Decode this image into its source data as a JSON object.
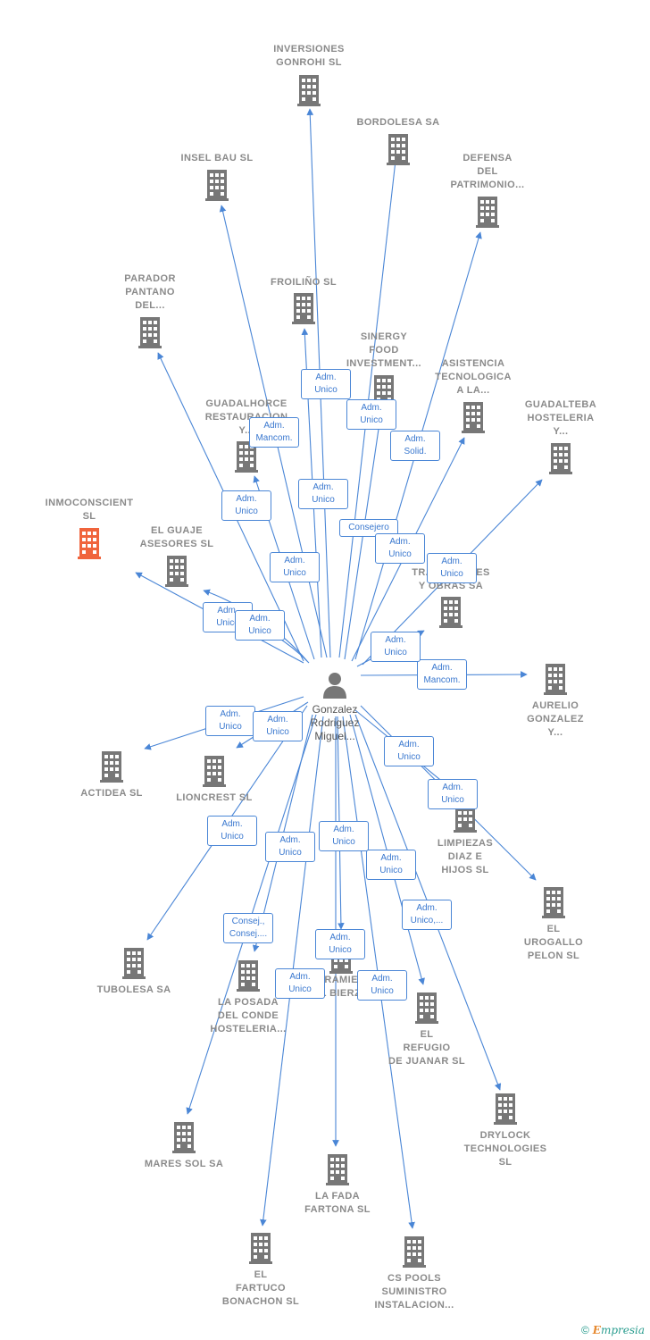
{
  "center": {
    "name": "Gonzalez\nRodriguez\nMiguel..."
  },
  "colors": {
    "edge": "#4a86d6",
    "building": "#777777",
    "highlight": "#f0643c"
  },
  "nodes": [
    {
      "id": "inversiones",
      "label": "INVERSIONES\nGONROHI SL",
      "highlight": false
    },
    {
      "id": "bordolesa",
      "label": "BORDOLESA SA",
      "highlight": false
    },
    {
      "id": "insel",
      "label": "INSEL BAU  SL",
      "highlight": false
    },
    {
      "id": "defensa",
      "label": "DEFENSA\nDEL\nPATRIMONIO...",
      "highlight": false
    },
    {
      "id": "parador",
      "label": "PARADOR\nPANTANO\nDEL...",
      "highlight": false
    },
    {
      "id": "froilino",
      "label": "FROILIÑO SL",
      "highlight": false
    },
    {
      "id": "sinergy",
      "label": "SINERGY\nFOOD\nINVESTMENT...",
      "highlight": false
    },
    {
      "id": "asistencia",
      "label": "ASISTENCIA\nTECNOLOGICA\nA LA...",
      "highlight": false
    },
    {
      "id": "guadalhorce",
      "label": "GUADALHORCE\nRESTAURACION\nY...",
      "highlight": false
    },
    {
      "id": "guadalteba",
      "label": "GUADALTEBA\nHOSTELERIA\nY...",
      "highlight": false
    },
    {
      "id": "inmoconscient",
      "label": "INMOCONSCIENT\nSL",
      "highlight": true
    },
    {
      "id": "guaje",
      "label": "EL GUAJE\nASESORES  SL",
      "highlight": false
    },
    {
      "id": "transportes",
      "label": "TRANSPORTES\nY OBRAS SA",
      "highlight": false
    },
    {
      "id": "aurelio",
      "label": "AURELIO\nGONZALEZ\nY...",
      "highlight": false
    },
    {
      "id": "actidea",
      "label": "ACTIDEA  SL",
      "highlight": false
    },
    {
      "id": "lioncrest",
      "label": "LIONCREST SL",
      "highlight": false
    },
    {
      "id": "limpiezas",
      "label": "LIMPIEZAS\nDIAZ E\nHIJOS SL",
      "highlight": false
    },
    {
      "id": "urogallo",
      "label": "EL\nUROGALLO\nPELON  SL",
      "highlight": false
    },
    {
      "id": "tubolesa",
      "label": "TUBOLESA SA",
      "highlight": false
    },
    {
      "id": "posada",
      "label": "LA POSADA\nDEL CONDE\nHOSTELERIA...",
      "highlight": false
    },
    {
      "id": "ferramienta",
      "label": "FERRAMIENTA\nEL BIERZO",
      "highlight": false
    },
    {
      "id": "refugio",
      "label": "EL\nREFUGIO\nDE JUANAR  SL",
      "highlight": false
    },
    {
      "id": "drylock",
      "label": "DRYLOCK\nTECHNOLOGIES\nSL",
      "highlight": false
    },
    {
      "id": "mares",
      "label": "MARES SOL SA",
      "highlight": false
    },
    {
      "id": "fada",
      "label": "LA FADA\nFARTONA SL",
      "highlight": false
    },
    {
      "id": "fartuco",
      "label": "EL\nFARTUCO\nBONACHON SL",
      "highlight": false
    },
    {
      "id": "cspools",
      "label": "CS POOLS\nSUMINISTRO\nINSTALACION...",
      "highlight": false
    }
  ],
  "edge_labels": [
    "Adm.\nUnico",
    "Adm.\nUnico",
    "Adm.\nMancom.",
    "Adm.\nSolid.",
    "Adm.\nUnico",
    "Adm.\nUnico",
    "Consejero",
    "Adm.\nUnico",
    "Adm.\nUnico",
    "Adm.\nUnico",
    "Adm.\nUnico",
    "Adm.\nUnico",
    "Adm.\nMancom.",
    "Adm.\nUnico",
    "Adm.\nUnico",
    "Adm.\nUnico",
    "Adm.\nUnico",
    "Adm.\nUnico",
    "Adm.\nUnico",
    "Adm.\nUnico",
    "Adm.\nUnico",
    "Consej.,\nConsej....",
    "Adm.\nUnico,...",
    "Adm.\nUnico",
    "Adm.\nUnico",
    "Adm.\nUnico",
    "Adm.\nUnico"
  ],
  "brand": {
    "copyright": "©",
    "initial": "E",
    "rest": "mpresia"
  }
}
